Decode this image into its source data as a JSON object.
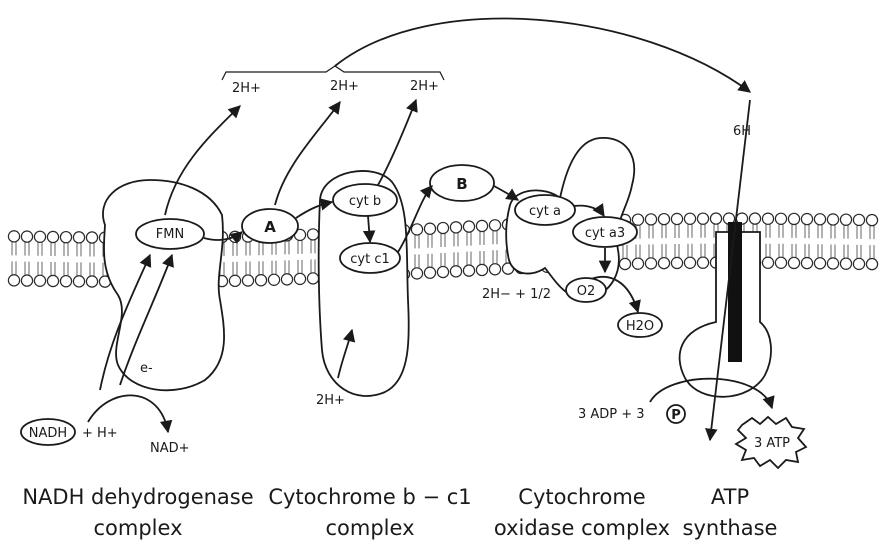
{
  "protons": {
    "h1": "2H+",
    "h2": "2H+",
    "h3": "2H+",
    "h_matrix": "2H+",
    "h_synthase": "6H"
  },
  "carriers": {
    "fmn": "FMN",
    "a": "A",
    "b": "B",
    "cyt_b": "cyt b",
    "cyt_c1": "cyt c1",
    "cyt_a": "cyt a",
    "cyt_a3": "cyt a3"
  },
  "substrates": {
    "nadh": "NADH",
    "h_plus": "+ H+",
    "nad": "NAD+",
    "e_minus": "e-",
    "water_lhs": "2H− + 1/2",
    "o2": "O2",
    "h2o": "H2O",
    "adp": "3 ADP + 3",
    "p": "P",
    "atp": "3 ATP"
  },
  "captions": {
    "nadh_line1": "NADH dehydrogenase",
    "nadh_line2": "complex",
    "cyt_bc1_line1": "Cytochrome b − c1",
    "cyt_bc1_line2": "complex",
    "cyt_ox_line1": "Cytochrome",
    "cyt_ox_line2": "oxidase complex",
    "atp_line1": "ATP",
    "atp_line2": "synthase"
  }
}
